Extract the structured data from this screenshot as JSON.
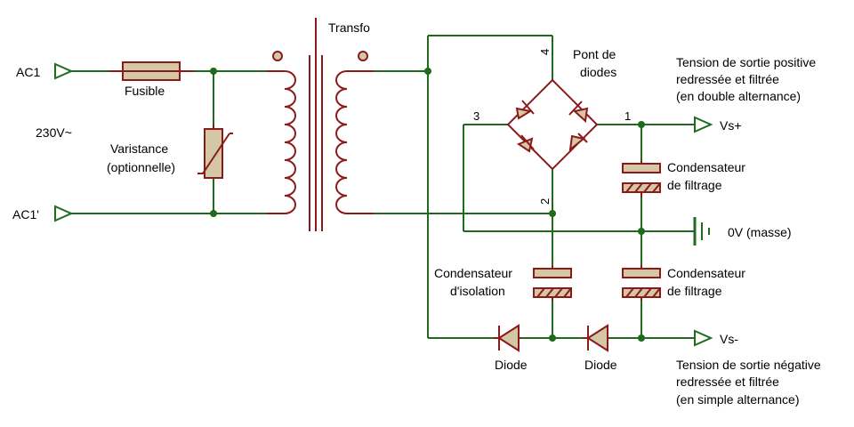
{
  "colors": {
    "wire": "#1e6b1e",
    "component": "#8b1a1a",
    "fill": "#d3c7a6"
  },
  "labels": {
    "ac1": "AC1",
    "ac1p": "AC1'",
    "voltage": "230V~",
    "fuse": "Fusible",
    "varistor_l1": "Varistance",
    "varistor_l2": "(optionnelle)",
    "transformer": "Transfo",
    "bridge_l1": "Pont de",
    "bridge_l2": "diodes",
    "pin1": "1",
    "pin2": "2",
    "pin3": "3",
    "pin4": "4",
    "pos_l1": "Tension de sortie positive",
    "pos_l2": "redressée et filtrée",
    "pos_l3": "(en double alternance)",
    "vs_plus": "Vs+",
    "filter1_l1": "Condensateur",
    "filter1_l2": "de filtrage",
    "ground": "0V (masse)",
    "iso_l1": "Condensateur",
    "iso_l2": "d'isolation",
    "filter2_l1": "Condensateur",
    "filter2_l2": "de filtrage",
    "vs_minus": "Vs-",
    "diode1": "Diode",
    "diode2": "Diode",
    "neg_l1": "Tension de sortie négative",
    "neg_l2": "redressée et filtrée",
    "neg_l3": "(en simple alternance)"
  }
}
